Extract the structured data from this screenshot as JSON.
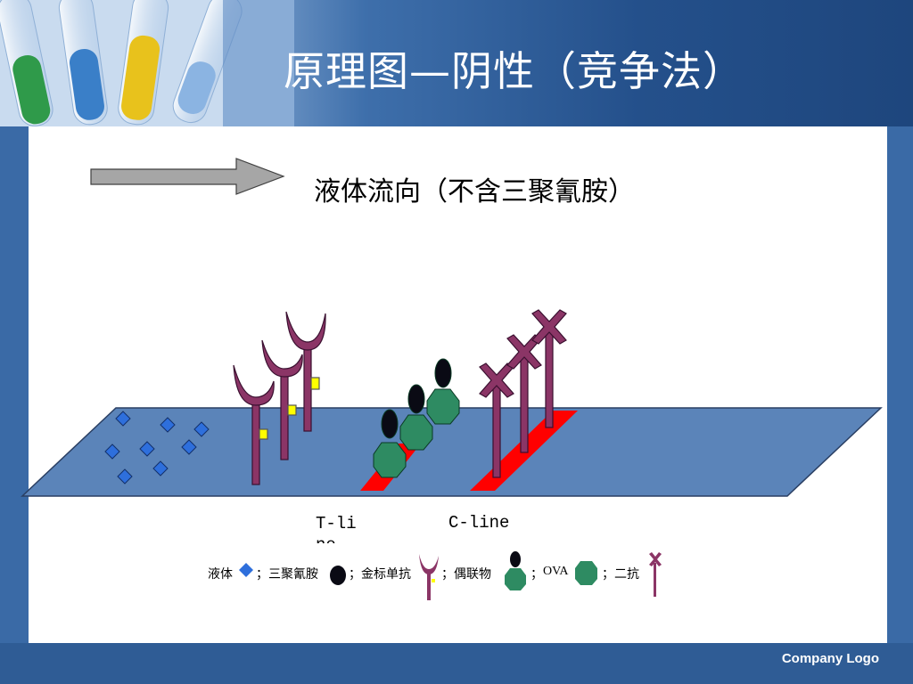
{
  "slide": {
    "title": "原理图—阴性（竞争法）",
    "footer_logo": "Company Logo"
  },
  "diagram": {
    "flow_label": "液体流向（不含三聚氰胺）",
    "t_line_label": "T-line",
    "c_line_label": "C-line"
  },
  "legend": {
    "liquid": "液体",
    "sep1": "；",
    "melamine": "三聚氰胺",
    "sep2": "；",
    "gold_antibody": "金标单抗",
    "sep3": "；",
    "conjugate": "偶联物",
    "sep4": "；",
    "ova": "OVA",
    "sep5": "；",
    "secondary_antibody": "二抗"
  },
  "colors": {
    "strip": "#5b84b9",
    "line_red": "#ff0000",
    "antibody": "#8b3566",
    "ova": "#2e8b62",
    "liquid": "#2e6fdc",
    "label_yellow": "#ffff00"
  }
}
